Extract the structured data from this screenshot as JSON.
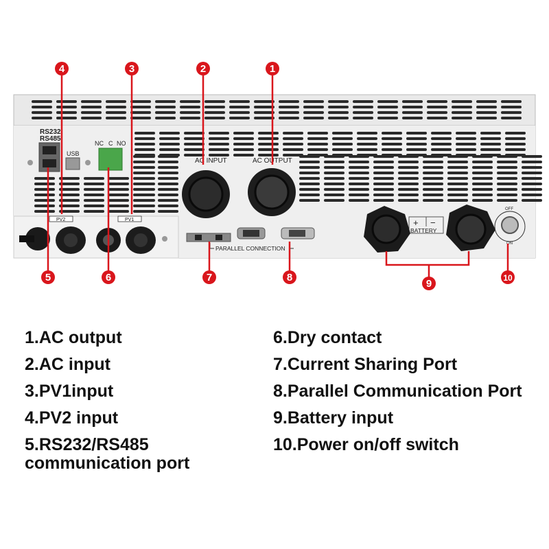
{
  "device_labels": {
    "rs232": "RS232",
    "rs485": "RS485",
    "usb": "USB",
    "dry_contact": [
      "NC",
      "C",
      "NO"
    ],
    "pv2": "PV2",
    "pv1": "PV1",
    "ac_input": "AC  INPUT",
    "ac_output": "AC  OUTPUT",
    "parallel": "PARALLEL  CONNECTION",
    "battery": "BATTERY",
    "plus": "+",
    "minus": "−",
    "off": "OFF",
    "on": "ON"
  },
  "markers": [
    "1",
    "2",
    "3",
    "4",
    "5",
    "6",
    "7",
    "8",
    "9",
    "10"
  ],
  "legend_left": [
    "1.AC output",
    "2.AC input",
    "3.PV1input",
    "4.PV2 input",
    "5.RS232/RS485",
    "communication port"
  ],
  "legend_right": [
    "6.Dry contact",
    "7.Current Sharing Port",
    "8.Parallel Communication Port",
    "9.Battery input",
    "10.Power on/off switch"
  ],
  "colors": {
    "marker": "#d9161c",
    "panel": "#ececec",
    "vent": "#2a2a2a"
  }
}
